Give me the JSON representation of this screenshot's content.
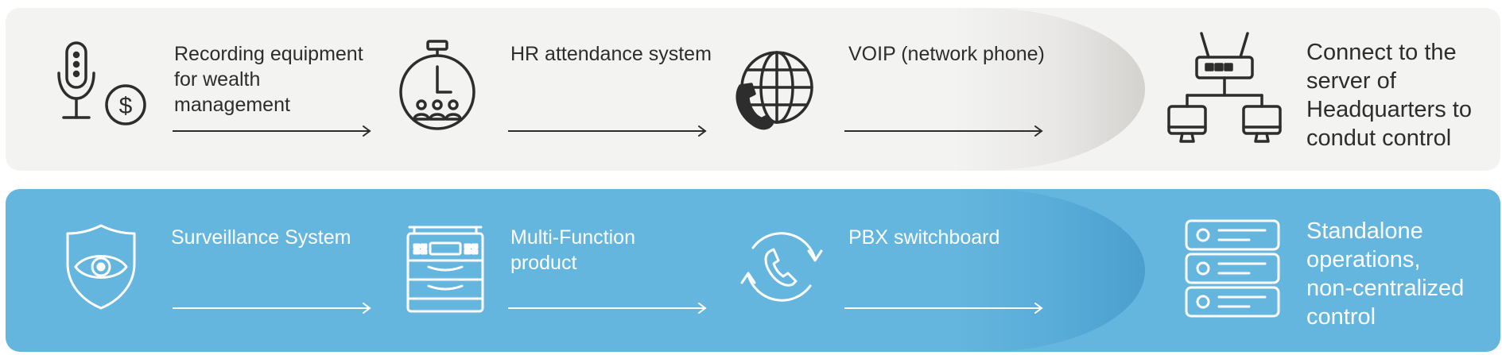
{
  "top_row": {
    "steps": [
      {
        "label": "Recording equipment\nfor wealth\nmanagement",
        "icon": "microphone-dollar-icon"
      },
      {
        "label": "HR attendance system",
        "icon": "stopwatch-people-icon"
      },
      {
        "label": "VOIP (network phone)",
        "icon": "globe-phone-icon"
      }
    ],
    "result": {
      "label": "Connect to the\nserver of\nHeadquarters to\ncondut control",
      "icon": "router-network-icon"
    }
  },
  "bottom_row": {
    "steps": [
      {
        "label": "Surveillance System",
        "icon": "shield-eye-icon"
      },
      {
        "label": "Multi-Function\nproduct",
        "icon": "printer-icon"
      },
      {
        "label": "PBX switchboard",
        "icon": "phone-cycle-icon"
      }
    ],
    "result": {
      "label": "Standalone\noperations,\nnon-centralized\ncontrol",
      "icon": "server-stack-icon"
    }
  },
  "colors": {
    "top_band": "#f3f3f2",
    "bottom_band": "#65b6de",
    "top_ink": "#2d2d2d",
    "bottom_ink": "#ffffff"
  }
}
